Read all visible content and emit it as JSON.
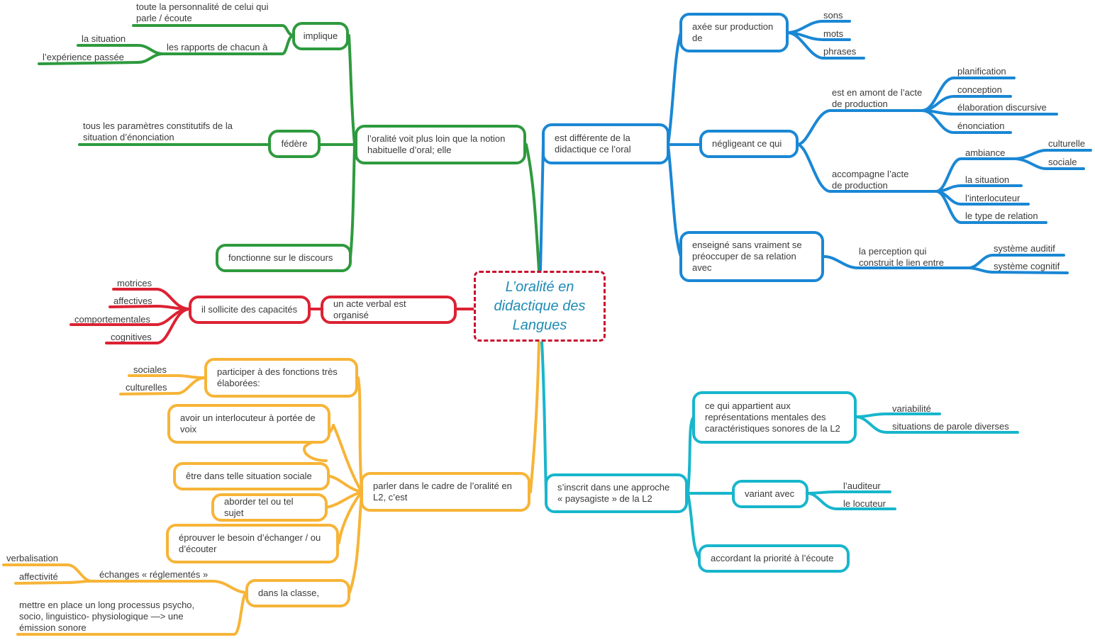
{
  "central": "L’oralité en didactique des Langues",
  "green": {
    "main": "l’oralité voit plus loin que la notion habituelle d’oral; elle",
    "implique": "implique",
    "personnalite": "toute la personnalité de celui qui parle / écoute",
    "rapports": "les rapports de chacun à",
    "situation": "la situation",
    "experience": "l’expérience passée",
    "federe": "fédère",
    "parametres": "tous les paramètres constitutifs de la situation d’énonciation",
    "fonctionne": "fonctionne sur le discours"
  },
  "red": {
    "acte": "un acte verbal est organisé",
    "sollicite": "il sollicite des capacités",
    "motrices": "motrices",
    "affectives": "affectives",
    "comportementales": "comportementales",
    "cognitives": "cognitives"
  },
  "orange": {
    "main": "parler dans le cadre de l’oralité en L2, c’est",
    "participer": "participer à des fonctions très élaborées:",
    "sociales": "sociales",
    "culturelles": "culturelles",
    "interlocuteur": "avoir un interlocuteur à portée de voix",
    "situation_sociale": "être dans telle situation sociale",
    "aborder": "aborder tel ou tel sujet",
    "eprouver": "éprouver le besoin d’échanger / ou d’écouter",
    "classe": "dans la classe,",
    "echanges": "échanges « réglementés »",
    "verbalisation": "verbalisation",
    "affectivite": "affectivité",
    "processus": "mettre en place un long processus psycho, socio, linguistico- physiologique —> une émission sonore"
  },
  "blue": {
    "main": "est différente de la didactique ce l’oral",
    "axee": "axée sur production de",
    "sons": "sons",
    "mots": "mots",
    "phrases": "phrases",
    "negligeant": "négligeant ce qui",
    "amont": "est en amont de l’acte de production",
    "planification": "planification",
    "conception": "conception",
    "elaboration": "élaboration discursive",
    "enonciation": "énonciation",
    "accompagne": "accompagne l’acte de production",
    "ambiance": "ambiance",
    "culturelle": "culturelle",
    "sociale": "sociale",
    "la_situation": "la situation",
    "interlocuteur": "l’interlocuteur",
    "type_relation": "le type de relation",
    "enseigne": "enseigné sans vraiment se préoccuper de sa relation avec",
    "perception": "la perception qui construit le lien entre",
    "auditif": "système auditif",
    "cognitif": "système cognitif"
  },
  "teal": {
    "main": "s’inscrit dans une approche « paysagiste » de la L2",
    "representations": "ce qui appartient aux représentations mentales des caractéristiques sonores de la L2",
    "variabilite": "variabilité",
    "situations_parole": "situations de parole diverses",
    "variant": "variant avec",
    "auditeur": "l’auditeur",
    "locuteur": "le locuteur",
    "accordant": "accordant la priorité à l’écoute"
  },
  "colors": {
    "green": "#2e9a3e",
    "blue": "#1a87d4",
    "red": "#dc2233",
    "orange": "#f7b437",
    "teal": "#18b6cc",
    "central_border": "#c8102e",
    "central_text": "#1f8bb4"
  }
}
